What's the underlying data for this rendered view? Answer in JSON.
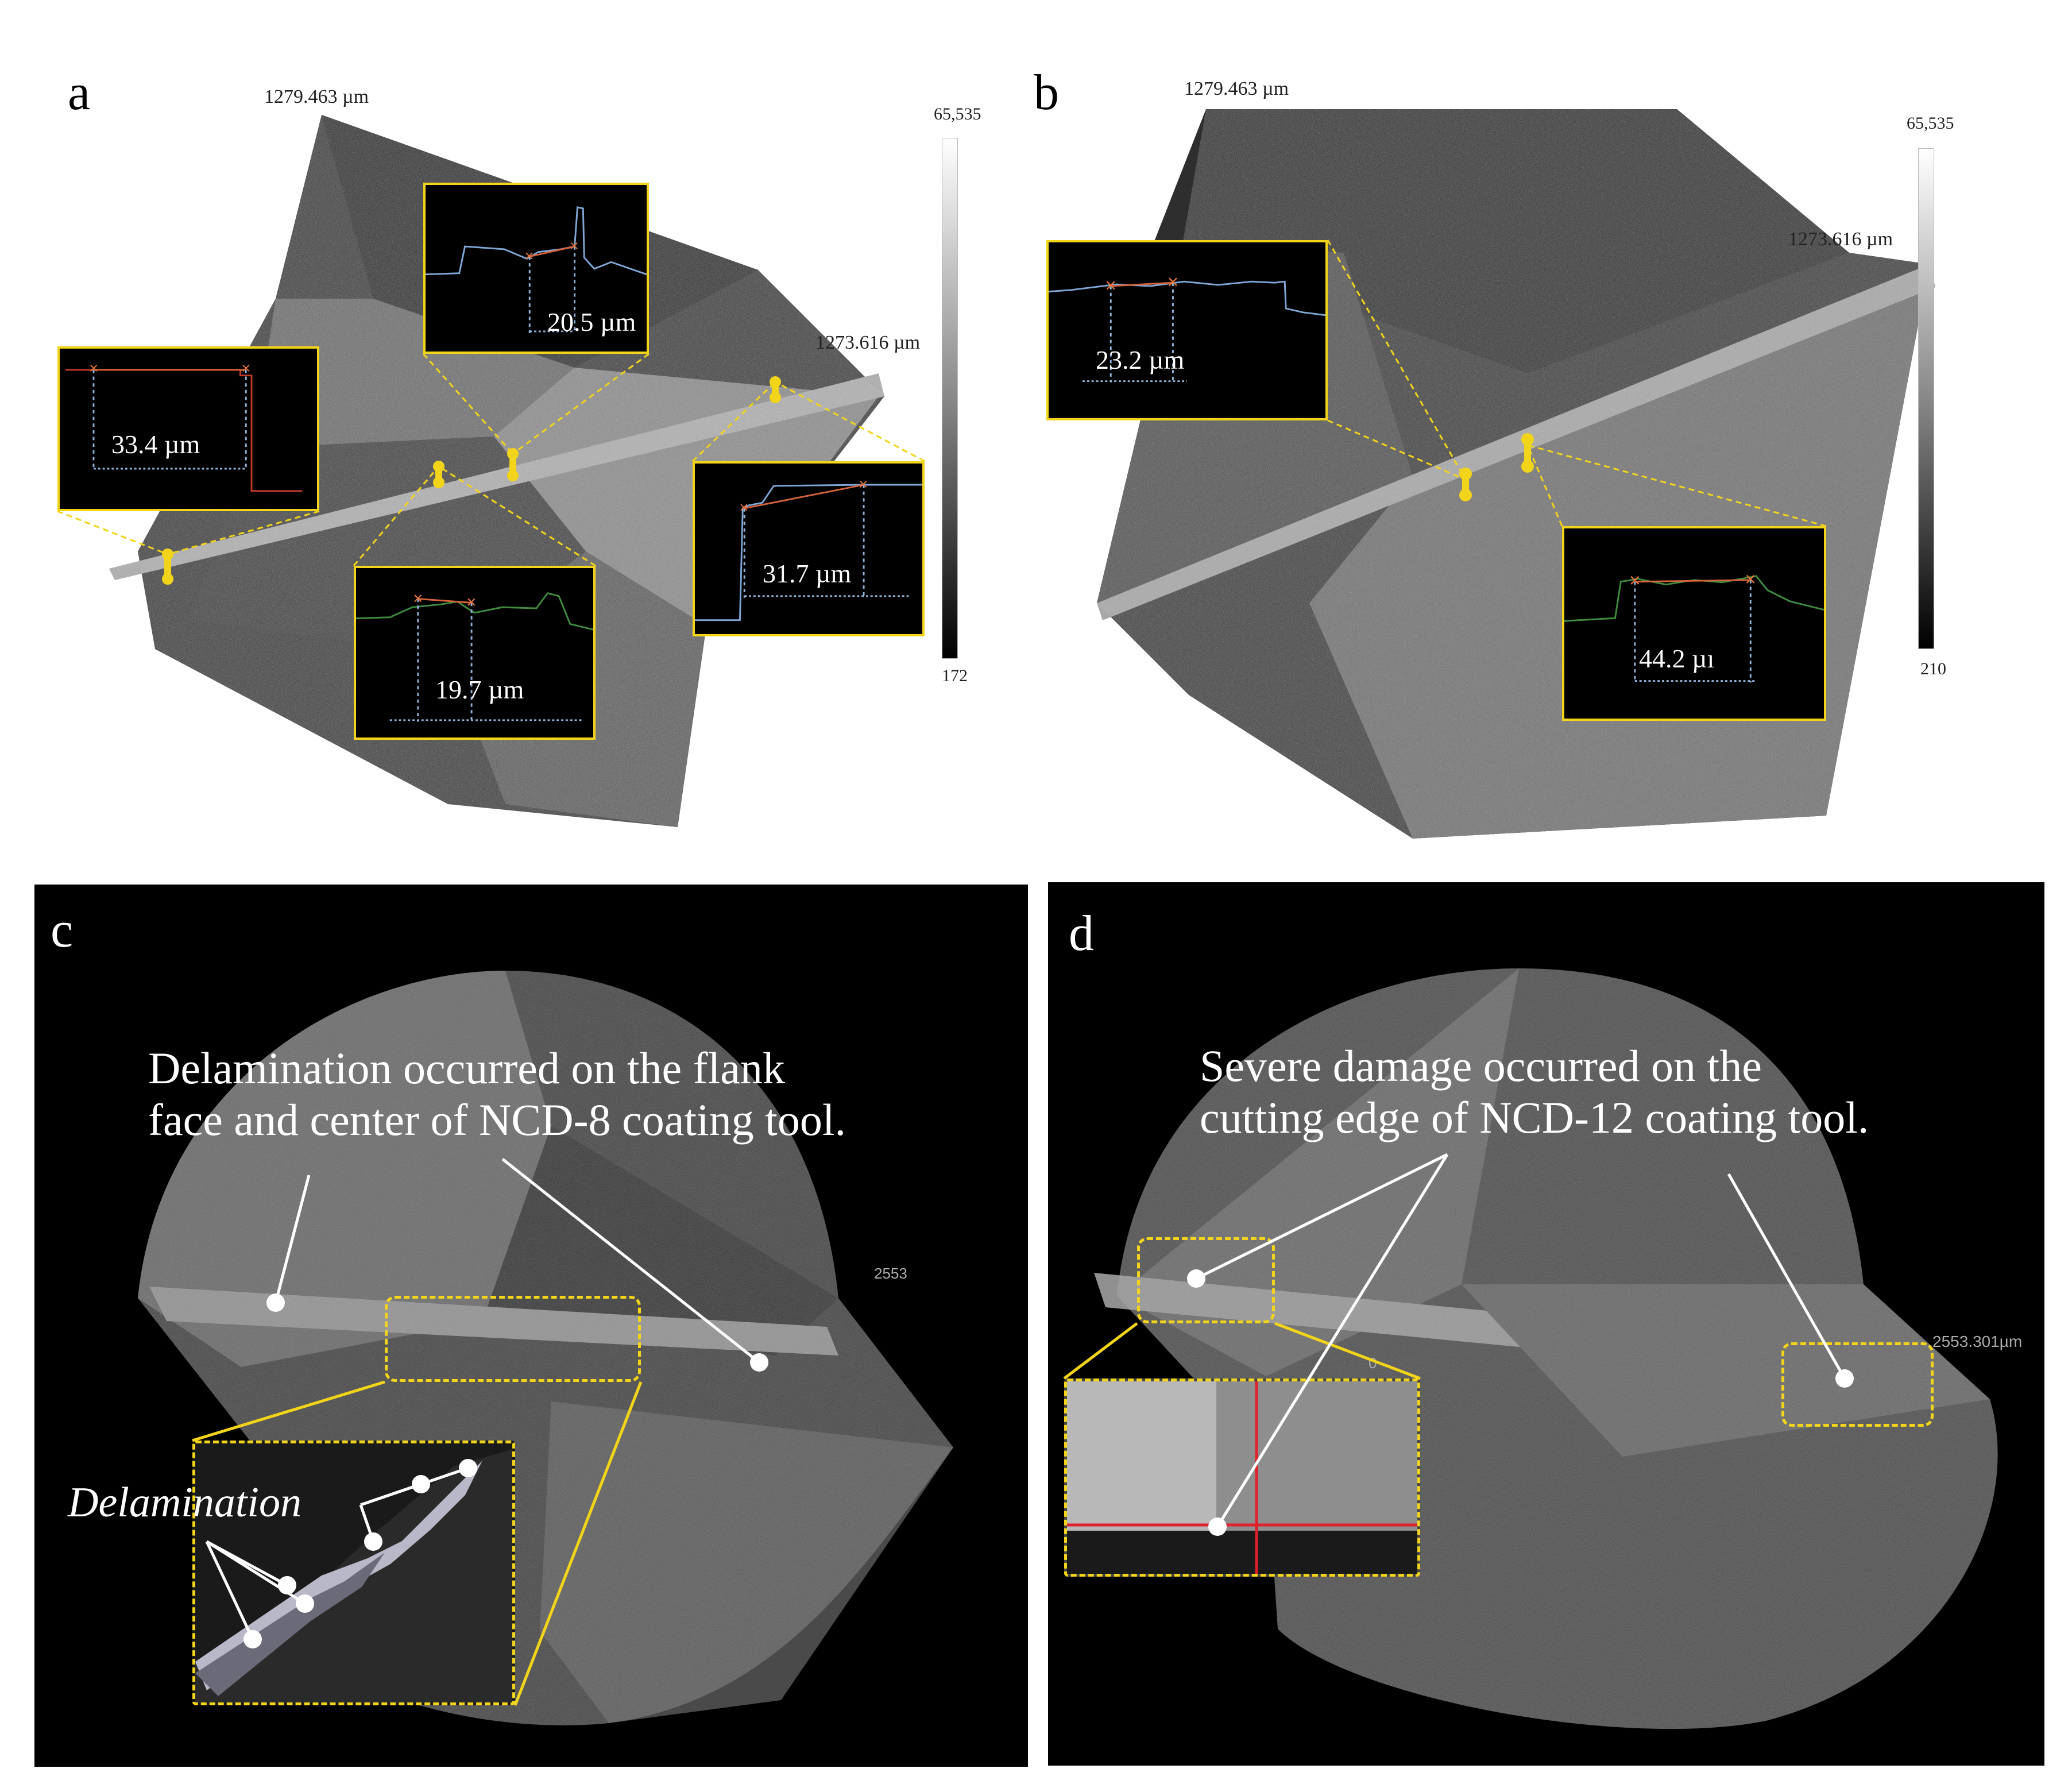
{
  "panels": {
    "a": {
      "letter": "a",
      "top_height": "1279.463 µm",
      "side_height": "1273.616 µm",
      "scale_max": "65,535",
      "scale_min": "172",
      "insets": [
        "33.4 µm",
        "20.5 µm",
        "19.7 µm",
        "31.7 µm"
      ]
    },
    "b": {
      "letter": "b",
      "top_height": "1279.463 µm",
      "side_height": "1273.616 µm",
      "scale_max": "65,535",
      "scale_min": "210",
      "insets": [
        "23.2 µm",
        "44.2 µı"
      ]
    },
    "c": {
      "letter": "c",
      "caption_line1": "Delamination occurred on the flank",
      "caption_line2": "face and center of NCD-8 coating tool.",
      "inset_label": "Delamination",
      "scale_value": "2553"
    },
    "d": {
      "letter": "d",
      "caption_line1": "Severe damage occurred on the",
      "caption_line2": "cutting edge of NCD-12 coating tool.",
      "scale_value": "2553.301µm",
      "zero_mark": "0"
    }
  },
  "colors": {
    "highlight": "#f2d51a",
    "profile_red": "#c0392b",
    "profile_blue": "#8fb3d9",
    "profile_green": "#3f8a3f",
    "marker_orange": "#e2733a",
    "crosshair": "#e0202a"
  }
}
